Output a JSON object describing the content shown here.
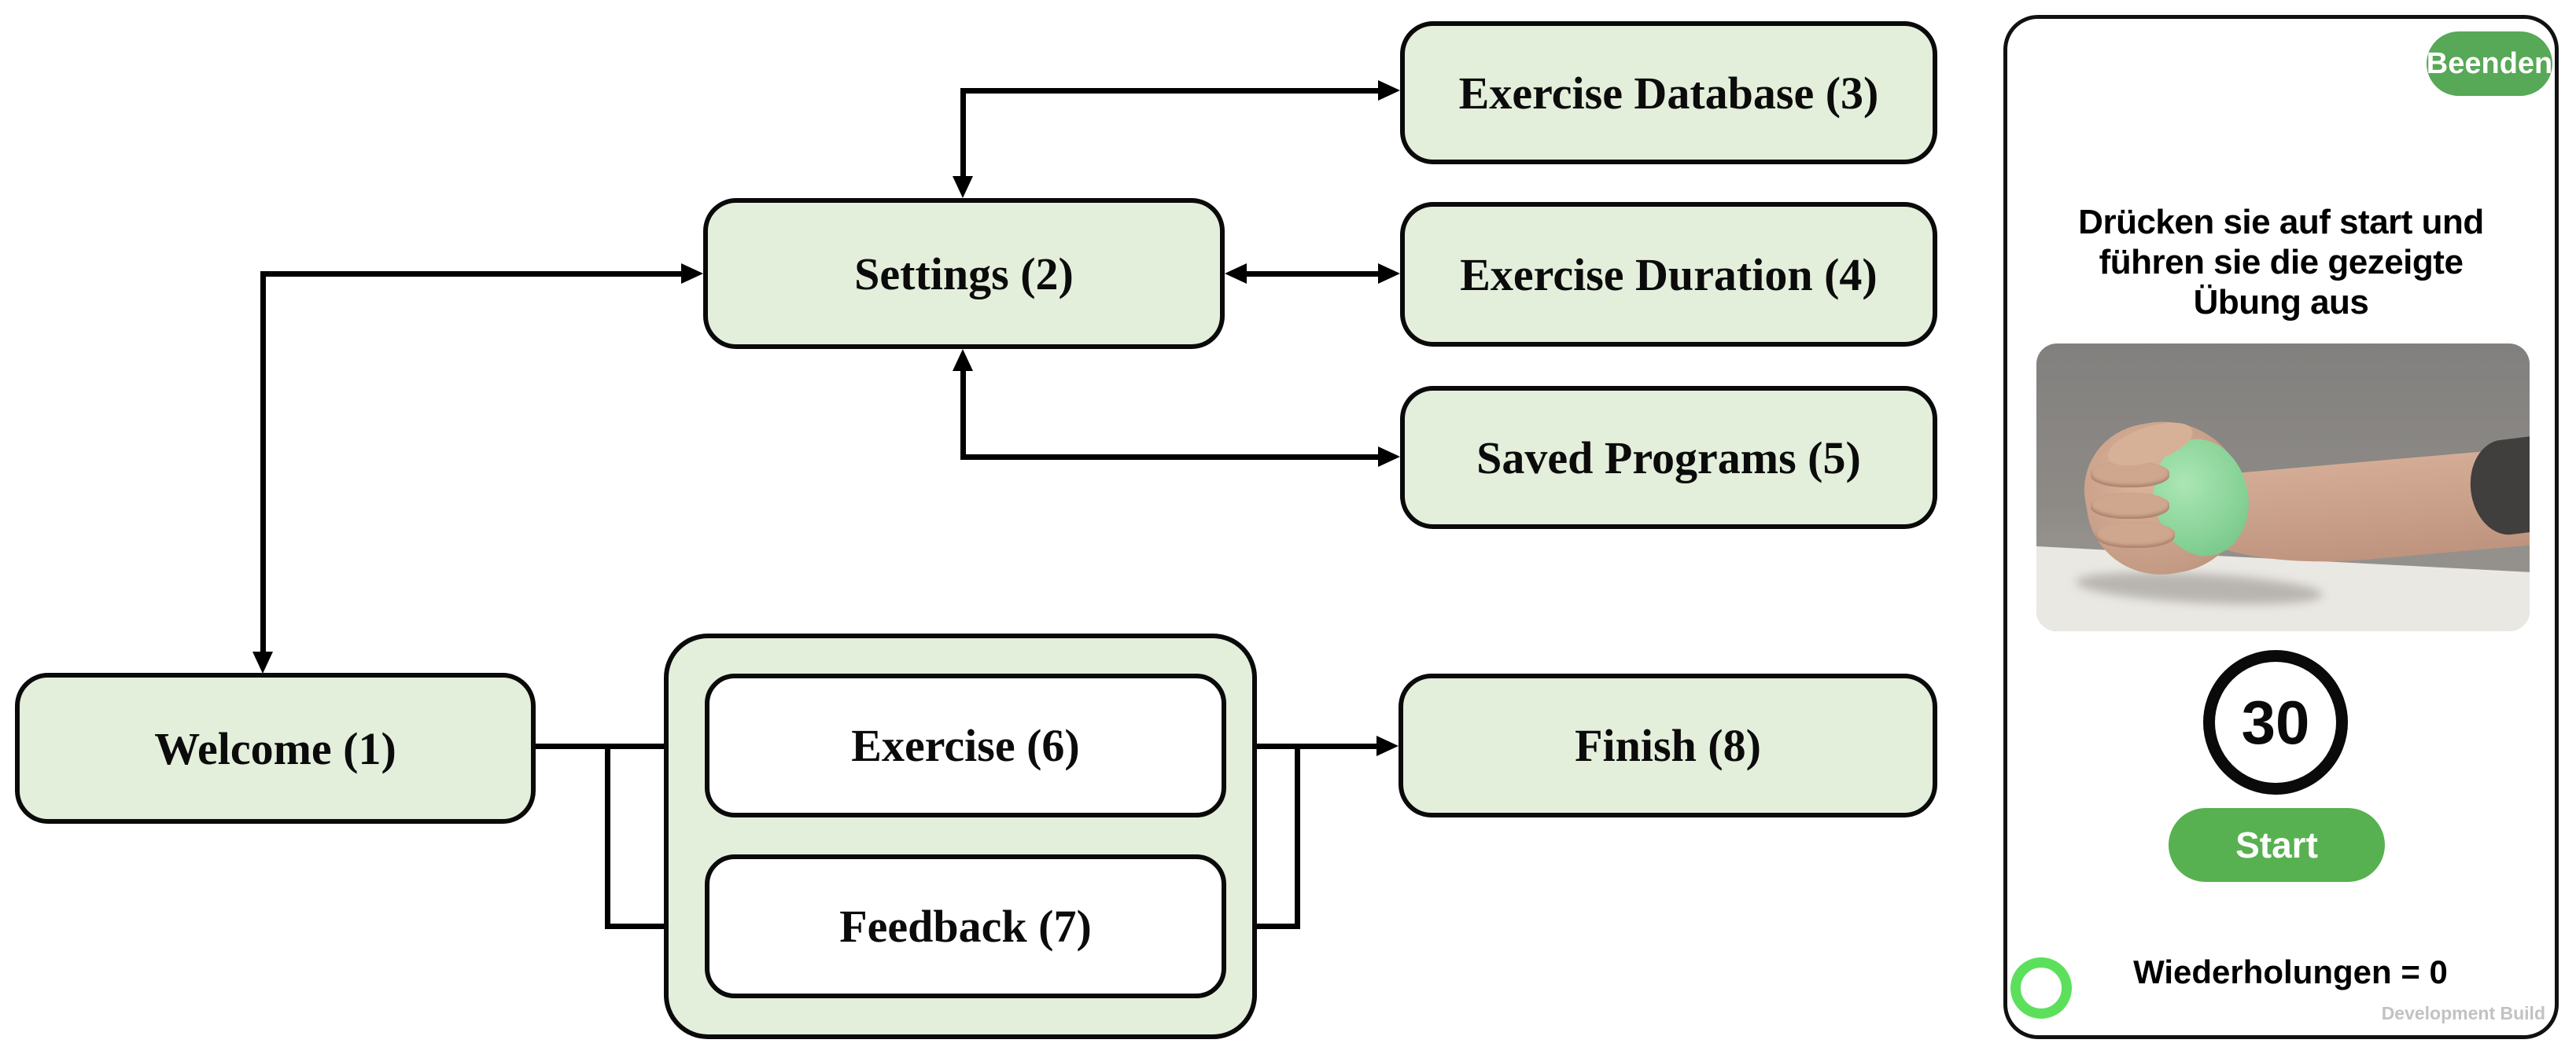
{
  "diagram": {
    "nodes": {
      "welcome": "Welcome (1)",
      "settings": "Settings (2)",
      "database": "Exercise Database (3)",
      "duration": "Exercise Duration (4)",
      "saved": "Saved Programs (5)",
      "exercise": "Exercise (6)",
      "feedback": "Feedback (7)",
      "finish": "Finish (8)"
    },
    "colors": {
      "node_fill": "#e3eedb",
      "outline": "#0a0a0a"
    }
  },
  "phone": {
    "quit_button": "Beenden",
    "instruction_lines": [
      "Drücken sie auf start und",
      "führen sie die gezeigte",
      "Übung aus"
    ],
    "timer_value": "30",
    "start_button": "Start",
    "repetitions_text": "Wiederholungen = 0",
    "watermark": "Development Build",
    "colors": {
      "quit_green": "#57a857",
      "start_green": "#58b151",
      "ring_green": "#5ce05c",
      "ball_green": "#84d094"
    }
  }
}
